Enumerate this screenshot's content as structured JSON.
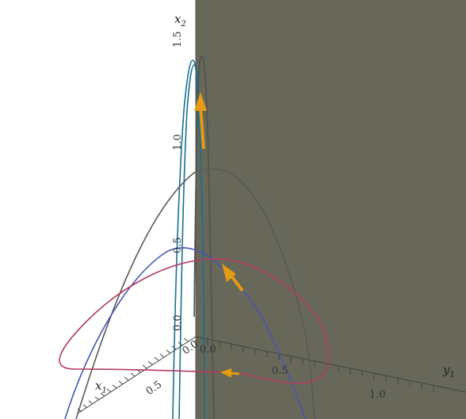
{
  "plot": {
    "panel_color": "#67675a",
    "axes": {
      "x2": {
        "var": "x",
        "sub": "2",
        "ticks": [
          "1.5",
          "1.0",
          "0.5",
          "0.0"
        ]
      },
      "y1": {
        "var": "y",
        "sub": "1",
        "ticks": [
          "0.0",
          "0.5",
          "1.0"
        ]
      },
      "x1": {
        "var": "x",
        "sub": "1",
        "ticks": [
          "0.5"
        ]
      }
    },
    "curves": [
      {
        "id": "tall-cyan",
        "color": "#1a6f8e"
      },
      {
        "id": "tall-dark",
        "color": "#4d5552"
      },
      {
        "id": "mid-grey",
        "color": "#5a5a55"
      },
      {
        "id": "blue-loop",
        "color": "#4656b0"
      },
      {
        "id": "crimson-loop",
        "color": "#b43c5f"
      }
    ],
    "arrow_color": "#e59a10"
  }
}
